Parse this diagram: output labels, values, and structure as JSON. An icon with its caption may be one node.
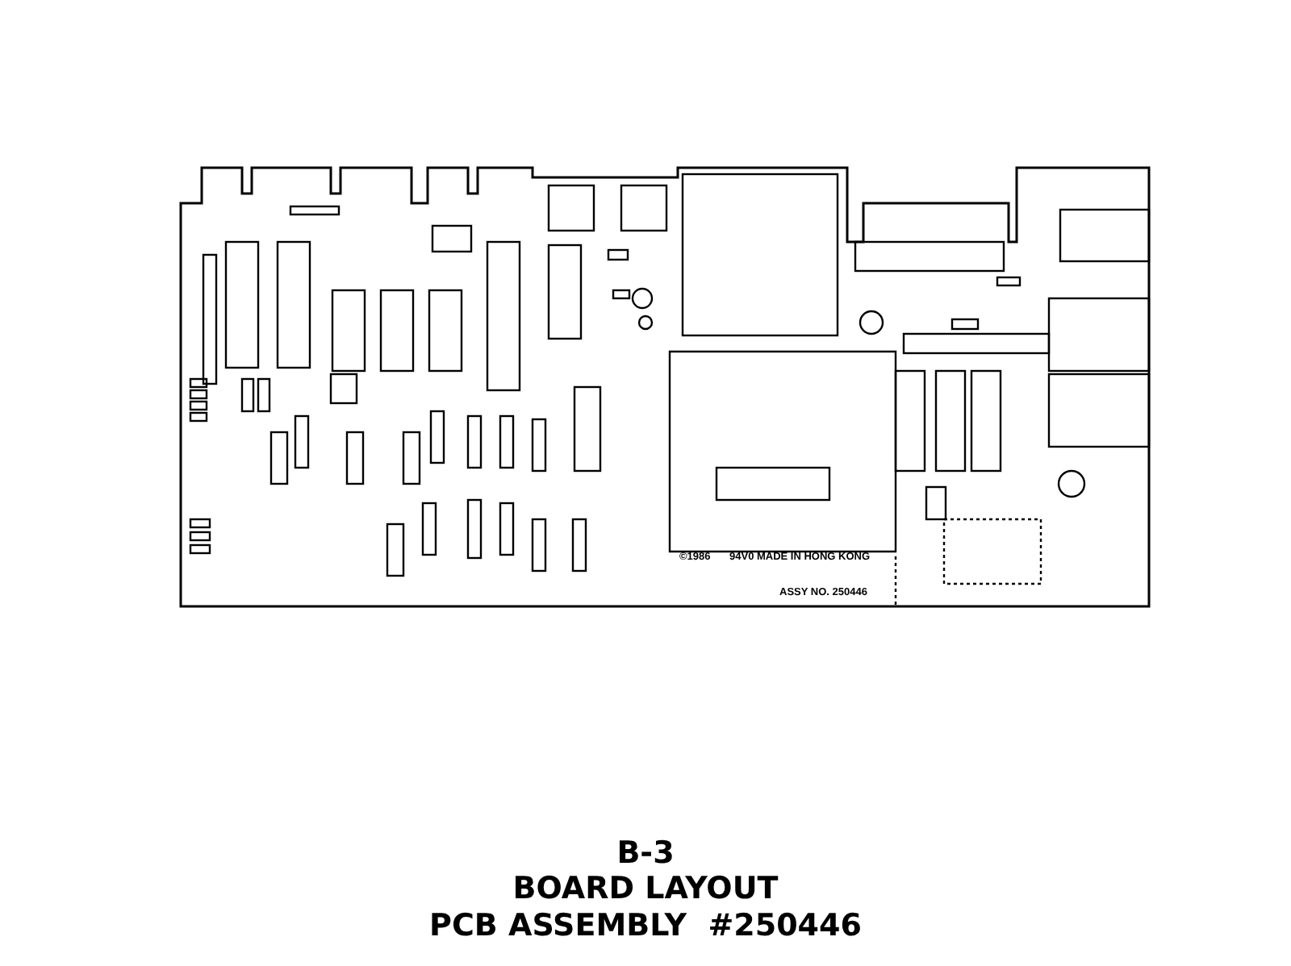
{
  "diagram": {
    "title": "B-3",
    "labels": [
      "©1986",
      "94V0 MADE IN HONG KONG",
      "ASSY NO. 250446",
      "BOARD LAYOUT",
      "PCB ASSEMBLY  #250446"
    ]
  }
}
